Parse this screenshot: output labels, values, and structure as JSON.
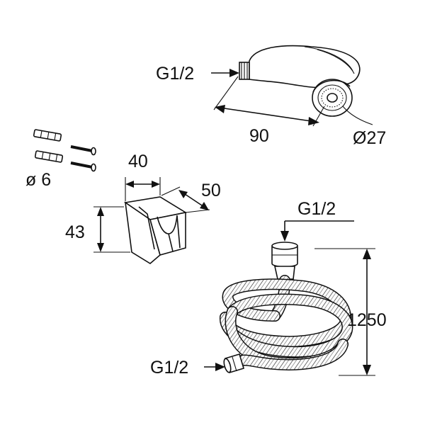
{
  "labels": {
    "hand_shower_thread": "G1/2",
    "hand_shower_length": "90",
    "hand_shower_diameter": "Ø27",
    "dowel_diameter": "ø 6",
    "holder_width": "40",
    "holder_depth": "50",
    "holder_height": "43",
    "hose_thread_top": "G1/2",
    "hose_length": "1250",
    "hose_thread_bottom": "G1/2"
  }
}
